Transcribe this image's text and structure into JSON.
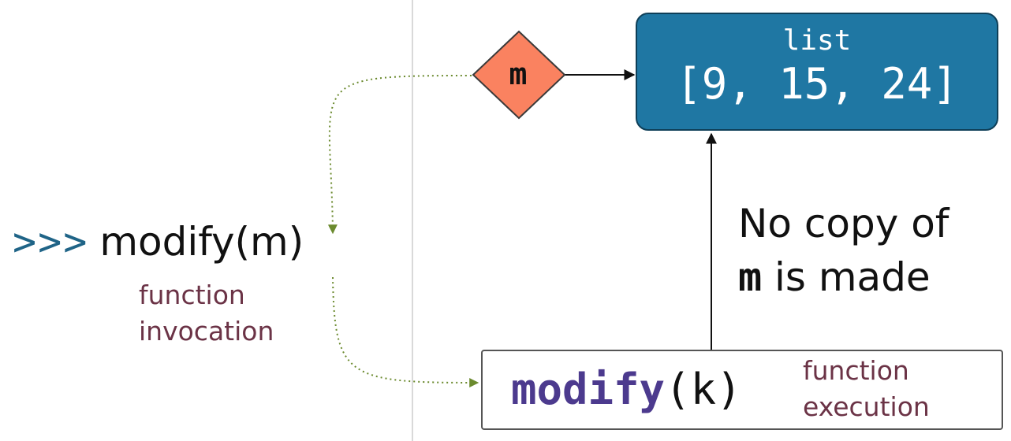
{
  "prompt_symbol": ">>>",
  "invocation": {
    "code": "modify(m)",
    "note_line1": "function",
    "note_line2": "invocation"
  },
  "reference": {
    "variable": "m"
  },
  "list_object": {
    "type_label": "list",
    "value": "[9, 15, 24]"
  },
  "message": {
    "line1": "No copy of",
    "line2_var": "m",
    "line2_rest": "is made"
  },
  "execution": {
    "function_name": "modify",
    "arguments": "(k)",
    "note_line1": "function",
    "note_line2": "execution"
  },
  "colors": {
    "prompt": "#1f6487",
    "note_text": "#6b3346",
    "list_fill": "#1f77a3",
    "variable_fill": "#fa8260",
    "function_name": "#4c3a8e",
    "dotted_arrow": "#6b8a2e"
  }
}
